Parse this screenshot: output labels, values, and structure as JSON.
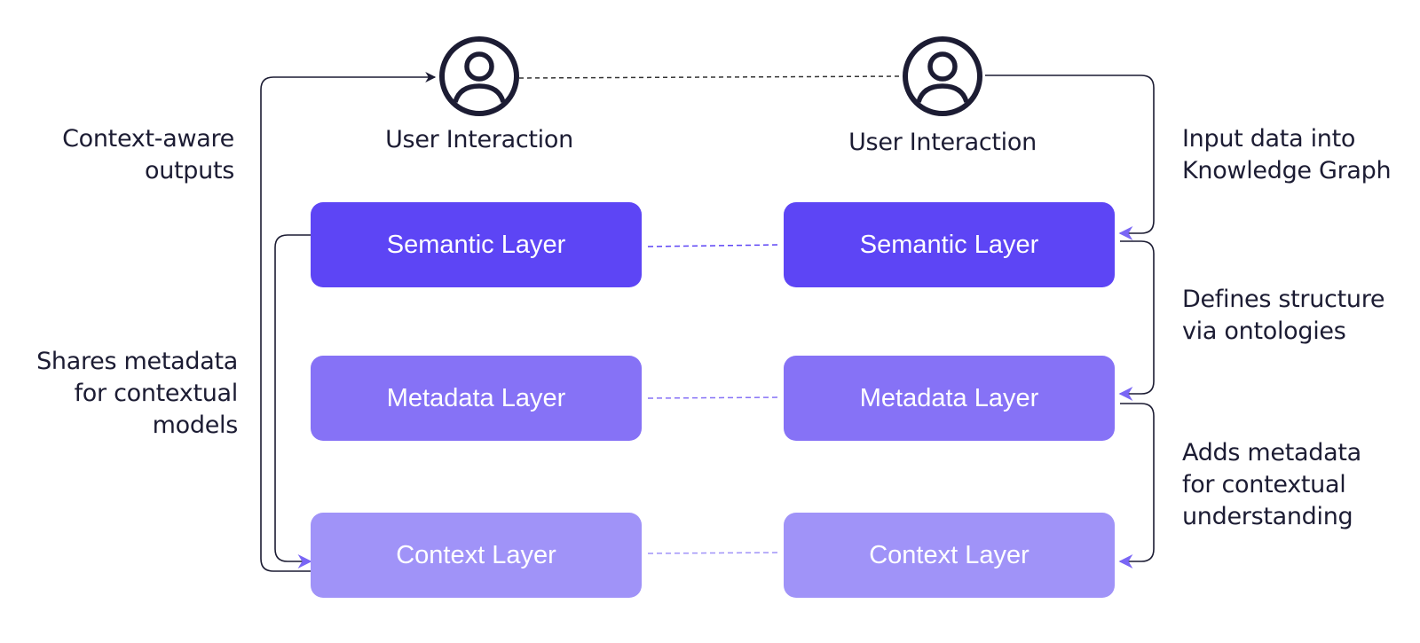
{
  "users": {
    "left_label": "User Interaction",
    "right_label": "User Interaction"
  },
  "layers": {
    "left": {
      "semantic": "Semantic Layer",
      "metadata": "Metadata Layer",
      "context": "Context Layer"
    },
    "right": {
      "semantic": "Semantic Layer",
      "metadata": "Metadata Layer",
      "context": "Context Layer"
    }
  },
  "annotations": {
    "left_top": [
      "Context-aware",
      "outputs"
    ],
    "left_middle": [
      "Shares metadata",
      "for contextual",
      "models"
    ],
    "right_top": [
      "Input data into",
      "Knowledge Graph"
    ],
    "right_middle": [
      "Defines structure",
      "via ontologies"
    ],
    "right_bottom": [
      "Adds metadata",
      "for contextual",
      "understanding"
    ]
  },
  "colors": {
    "semantic": "#5d45f5",
    "metadata": "#8672f6",
    "context": "#a093f8",
    "dark_line": "#1c1c33",
    "accent_arrow": "#7a66f5"
  },
  "icons": {
    "user": "user-icon"
  }
}
